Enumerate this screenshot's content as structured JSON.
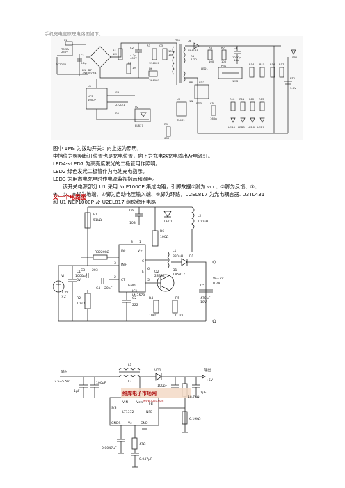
{
  "intro_text": "手机充电宝原理电路图如下：",
  "paragraphs": [
    "图中 1MS 为拨动开关：向上拨为照明，",
    "中挡位为照明断开位置也是充电位置，向下为充电器充电输出及电源灯。",
    "LED4～LED7 为高亮度发光的二极管用作照明。",
    "LED2 绿色发光二极管作为电池充电指示。",
    "LED3 为用市电充电时作电源监视指示和照明。",
    "该开关电源部分 U1 采用 NcP1000P 集成电路，引脚数据①脚为 vcc、②脚为反馈、③、",
    "④、⑦、⑧脚为地端、④脚为启动电压输入端、⑤脚为环路，U2EL817 为光电耦合器. U3TL431",
    "和 U1 NCP1000P 及 U2EL817 组成稳压电路."
  ],
  "heading": "又一个电路图",
  "circuit1": {
    "labels": [
      "AC220V",
      "F1",
      "T0.5A",
      "250V",
      "C1",
      "0.1μ",
      "D1~D7",
      "1N4007×4",
      "R1",
      "1M",
      "C2",
      "4.7μ",
      "400V",
      "R2",
      "1M",
      "R3",
      "1N4007",
      "C3",
      "100μ",
      "16V",
      "D6",
      "1N4007",
      "D8",
      "1N4148",
      "R4",
      "4.7Ω",
      "T01",
      "U1",
      "NCP1000P",
      "C6",
      "222μ/1",
      "R5",
      "R6",
      "100",
      "R7",
      "100",
      "C4",
      "1000μ",
      "16V",
      "R8",
      "1Ω",
      "U2",
      "EL817",
      "U3",
      "TL431",
      "R9",
      "680",
      "C5",
      "160μ",
      "LED1",
      "PBS",
      "1MS",
      "LED2",
      "LED3",
      "LED4",
      "LED5",
      "LED6",
      "LED7",
      "R10",
      "R11",
      "R12",
      "R13",
      "R14",
      "R15",
      "R16",
      "R17",
      "BT1",
      "3.6V",
      "SB1"
    ]
  },
  "circuit2": {
    "labels": [
      "R1",
      "51kΩ",
      "C6",
      "103",
      "LED1",
      "L2",
      "100μH",
      "R6",
      "100Ω",
      "L1",
      "330μH",
      "D1",
      "Vi",
      "1.2V",
      "×2",
      "C1",
      "1000μF",
      "6V",
      "R3",
      "220kΩ",
      "C3",
      "203",
      "8",
      "1",
      "IN-",
      "V+",
      "IN+",
      "C",
      "E",
      "CT",
      "GND",
      "3",
      "5",
      "6",
      "2",
      "C4",
      "20pF",
      "C2",
      "222",
      "IC1",
      "LM3578",
      "R2",
      "10kΩ",
      "Q2",
      "2SB82",
      "D1",
      "1N5817",
      "R4",
      "10kΩ",
      "R5",
      "0.1Ω",
      "C5",
      "470μF",
      "10V",
      "Vo=5V",
      "0.2A"
    ]
  },
  "circuit3": {
    "labels": [
      "L1",
      "L2",
      "VD1",
      "输入",
      "2.5~5.5V",
      "100μF",
      "1μF",
      "输出",
      "+5V",
      "100pF",
      "1μF",
      "18.7kΩ",
      "6.19kΩ",
      "LT1372",
      "S/S",
      "NFB",
      "FB",
      "GNDS",
      "Vc",
      "GND",
      "VIN",
      "Vsw",
      "0.0047μF",
      "47Ω",
      "0.047μF",
      "维库电子市场网",
      "www.dzsc.com"
    ]
  }
}
